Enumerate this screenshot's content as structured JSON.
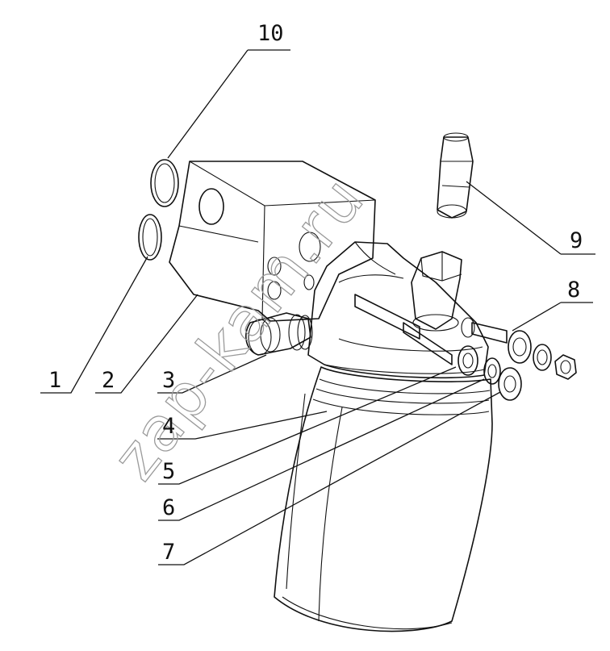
{
  "watermark": "zap-kam.ru",
  "callouts": [
    {
      "label": "1"
    },
    {
      "label": "2"
    },
    {
      "label": "3"
    },
    {
      "label": "4"
    },
    {
      "label": "5"
    },
    {
      "label": "6"
    },
    {
      "label": "7"
    },
    {
      "label": "8"
    },
    {
      "label": "9"
    },
    {
      "label": "10"
    }
  ]
}
